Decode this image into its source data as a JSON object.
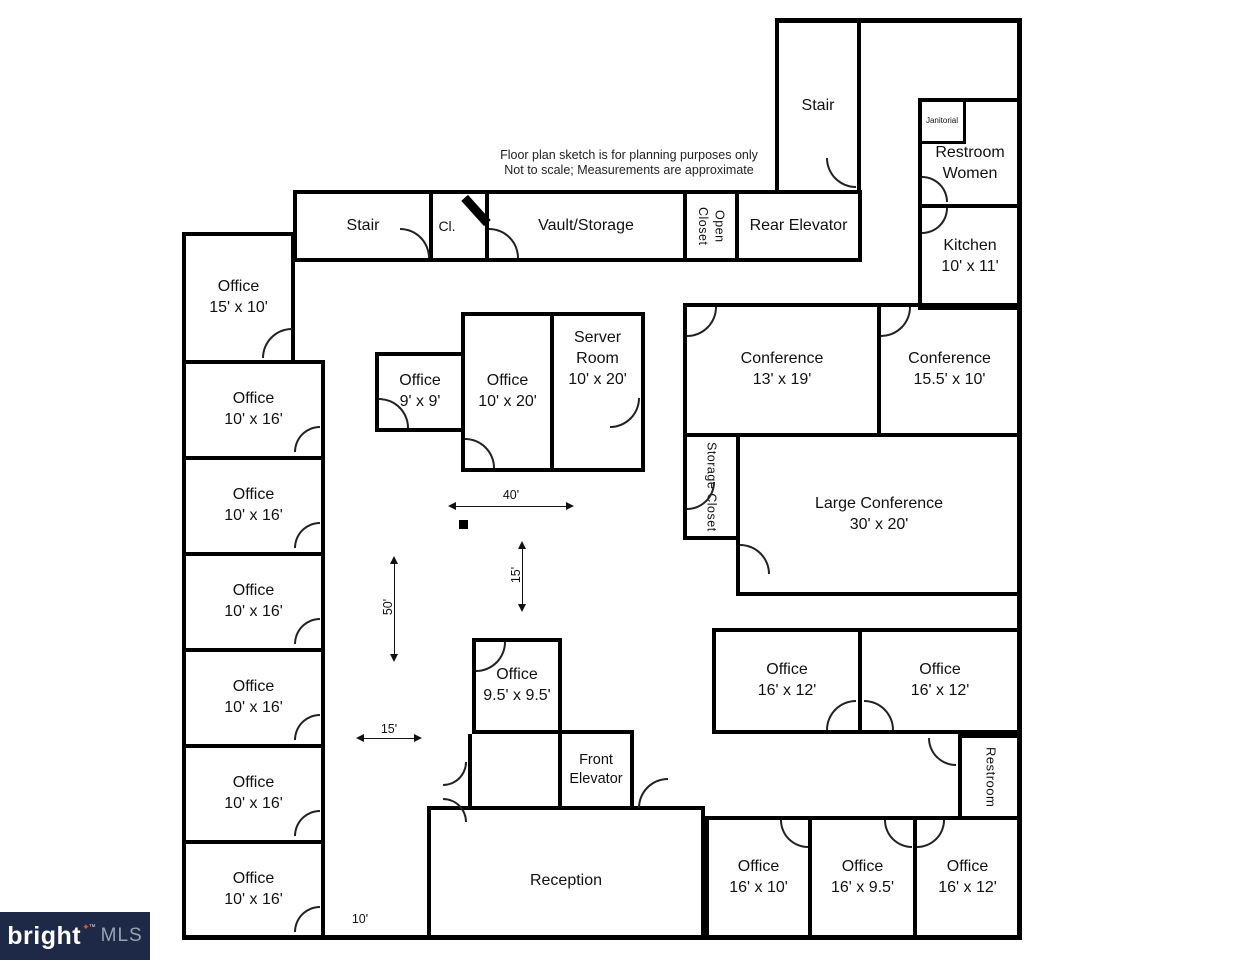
{
  "disclaimer": {
    "line1": "Floor plan sketch is for planning purposes only",
    "line2": "Not to scale; Measurements are approximate"
  },
  "rooms": {
    "stair_top": "Stair",
    "janitorial": "Janitorial",
    "restroom_women": "Restroom\nWomen",
    "kitchen": "Kitchen\n10' x 11'",
    "stair_main": "Stair",
    "closet": "Cl.",
    "vault_storage": "Vault/Storage",
    "open_closet": "Open Closet",
    "rear_elevator": "Rear Elevator",
    "office_15x10": "Office\n15' x 10'",
    "left_offices": [
      "Office\n10' x 16'",
      "Office\n10' x 16'",
      "Office\n10' x 16'",
      "Office\n10' x 16'",
      "Office\n10' x 16'",
      "Office\n10' x 16'"
    ],
    "office_9x9": "Office\n9' x 9'",
    "office_10x20": "Office\n10' x 20'",
    "server_room": "Server Room\n10' x 20'",
    "conference_13x19": "Conference\n13' x 19'",
    "conference_15_5x10": "Conference\n15.5' x 10'",
    "storage_closet": "Storage Closet",
    "large_conference": "Large Conference\n30' x 20'",
    "office_9_5x9_5": "Office\n9.5' x 9.5'",
    "office_16x12_a": "Office\n16' x 12'",
    "office_16x12_b": "Office\n16' x 12'",
    "front_elevator": "Front\nElevator",
    "restroom": "Restroom",
    "reception": "Reception",
    "office_16x10": "Office\n16' x 10'",
    "office_16x9_5": "Office\n16' x 9.5'",
    "office_16x12_c": "Office\n16' x 12'"
  },
  "dimensions": {
    "width_40": "40'",
    "depth_15": "15'",
    "height_50": "50'",
    "width_15": "15'",
    "width_10": "10'"
  },
  "logo": {
    "brand": "bright",
    "tm": "™",
    "suffix": "MLS"
  },
  "icons": {
    "logo_accent": "✦"
  },
  "colors": {
    "wall": "#000000",
    "logo_bg": "#1d2946",
    "logo_text": "#ffffff",
    "logo_mls": "#98a2b3",
    "logo_accent": "#e8503a"
  }
}
